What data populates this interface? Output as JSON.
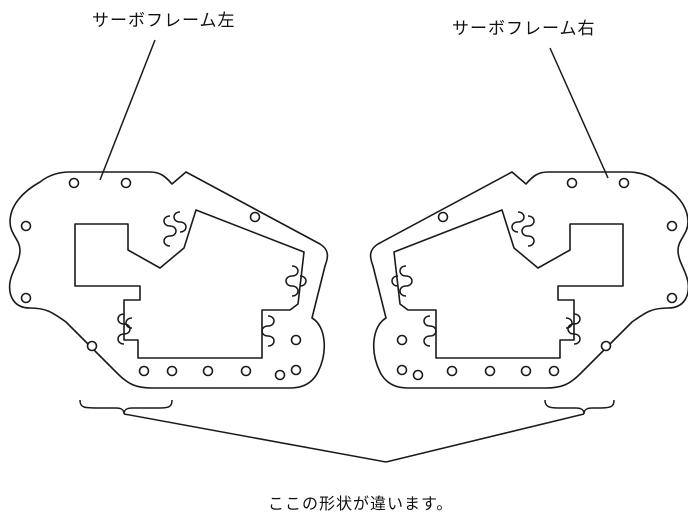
{
  "labels": {
    "left_frame": "サーボフレーム左",
    "right_frame": "サーボフレーム右",
    "difference_note": "ここの形状が違います。"
  },
  "colors": {
    "line": "#1a1a1a",
    "background": "#ffffff"
  }
}
